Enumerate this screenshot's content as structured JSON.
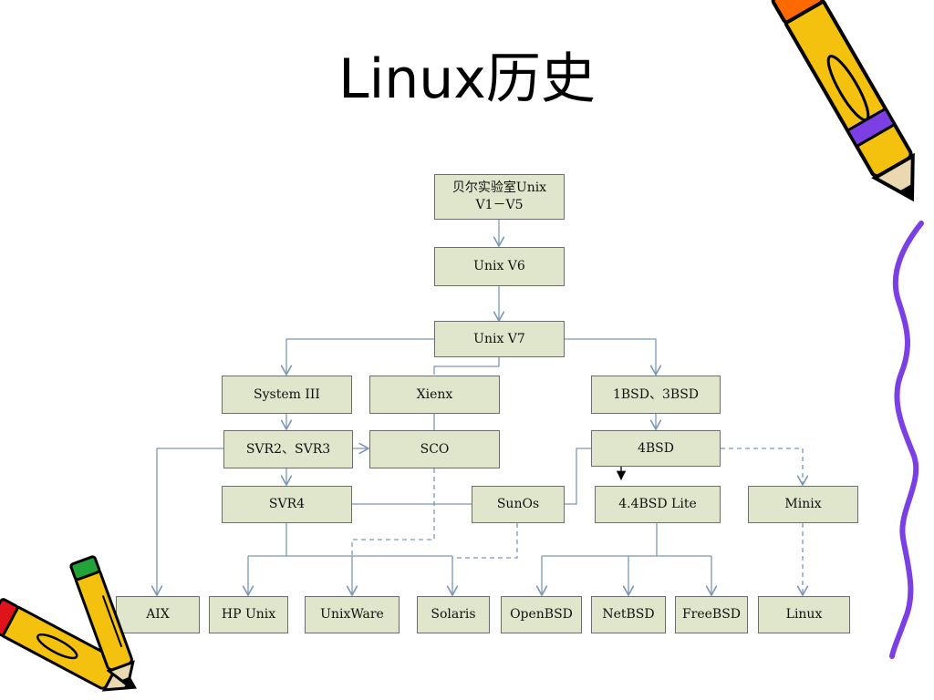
{
  "slide": {
    "title": "Linux历史"
  },
  "nodes": {
    "bell_labs": {
      "line1": "贝尔实验室Unix",
      "line2": "V1－V5"
    },
    "unix_v6": "Unix V6",
    "unix_v7": "Unix V7",
    "system_iii": "System III",
    "xienx": "Xienx",
    "bsd_1_3": "1BSD、3BSD",
    "svr2_3": "SVR2、SVR3",
    "sco": "SCO",
    "bsd4": "4BSD",
    "svr4": "SVR4",
    "sunos": "SunOs",
    "bsd44_lite": "4.4BSD Lite",
    "minix": "Minix",
    "aix": "AIX",
    "hp_unix": "HP Unix",
    "unixware": "UnixWare",
    "solaris": "Solaris",
    "openbsd": "OpenBSD",
    "netbsd": "NetBSD",
    "freebsd": "FreeBSD",
    "linux": "Linux"
  },
  "colors": {
    "node_fill": "#dfe6cc",
    "node_border": "#6d6d6d",
    "connector": "#7c98b8",
    "pencil_body": "#f4c10f",
    "pencil_stripe": "#7b3fe4",
    "squiggle": "#7b3fe4"
  },
  "decorations": [
    "pencil-icon",
    "pencil-icon",
    "squiggle-line"
  ]
}
